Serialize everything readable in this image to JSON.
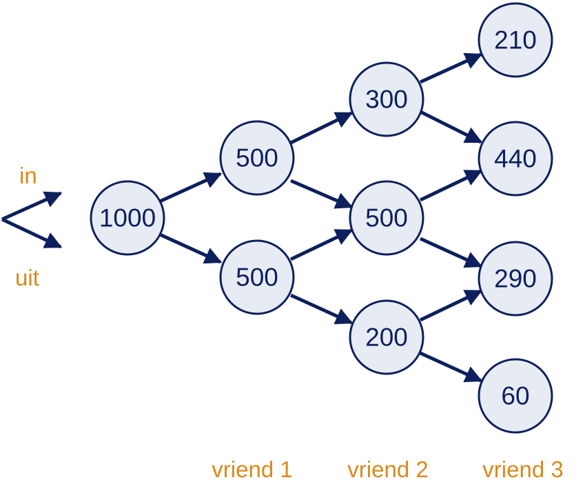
{
  "legend": {
    "in_label": "in",
    "out_label": "uit"
  },
  "columns": [
    "vriend 1",
    "vriend 2",
    "vriend 3"
  ],
  "nodes": {
    "root": "1000",
    "f1_top": "500",
    "f1_bottom": "500",
    "f2_top": "300",
    "f2_mid": "500",
    "f2_bottom": "200",
    "f3_a": "210",
    "f3_b": "440",
    "f3_c": "290",
    "f3_d": "60"
  },
  "colors": {
    "node_fill": "#e7ebf3",
    "node_stroke": "#0d1f5c",
    "label_orange": "#d88a1c"
  }
}
